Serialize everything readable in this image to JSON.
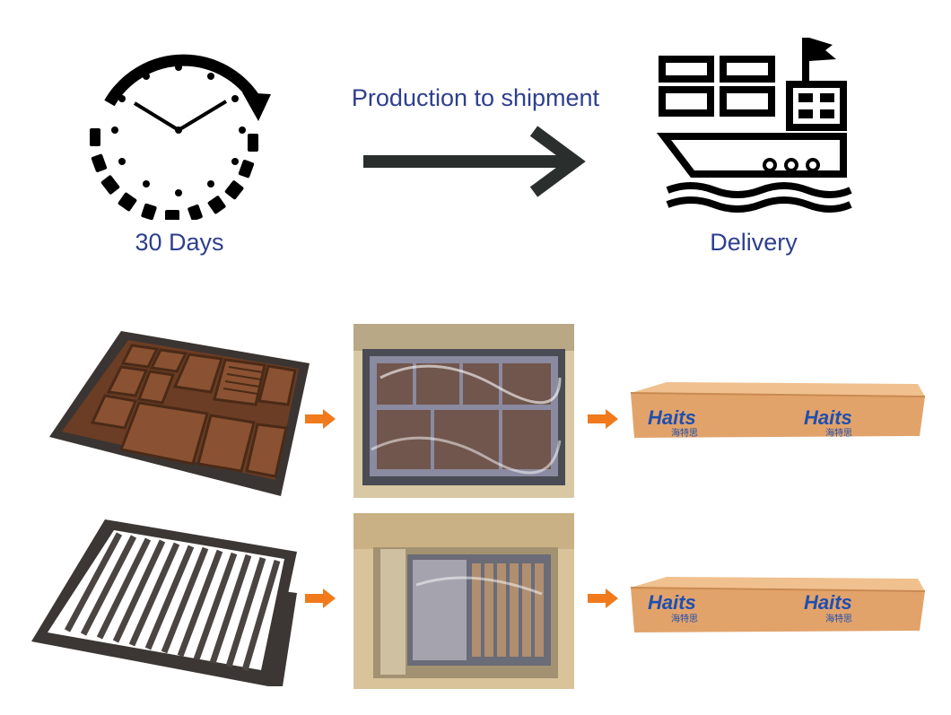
{
  "top": {
    "left_label": "30 Days",
    "right_label": "Delivery",
    "headline": "Production to shipment"
  },
  "brand": {
    "name": "Haits",
    "subname": "海特思",
    "color": "#1f4fb0"
  },
  "colors": {
    "label_blue": "#2e3f8f",
    "arrow_dark": "#2a2f2e",
    "arrow_orange": "#f07a1c",
    "carton": "#e2a36a"
  },
  "rows": [
    {
      "product": "jewelry-tray-drawer",
      "arrow": "orange-arrow",
      "packed": "wrapped-in-box",
      "carton": "carton-box"
    },
    {
      "product": "trouser-rack-drawer",
      "arrow": "orange-arrow",
      "packed": "wrapped-in-box",
      "carton": "carton-box"
    }
  ]
}
